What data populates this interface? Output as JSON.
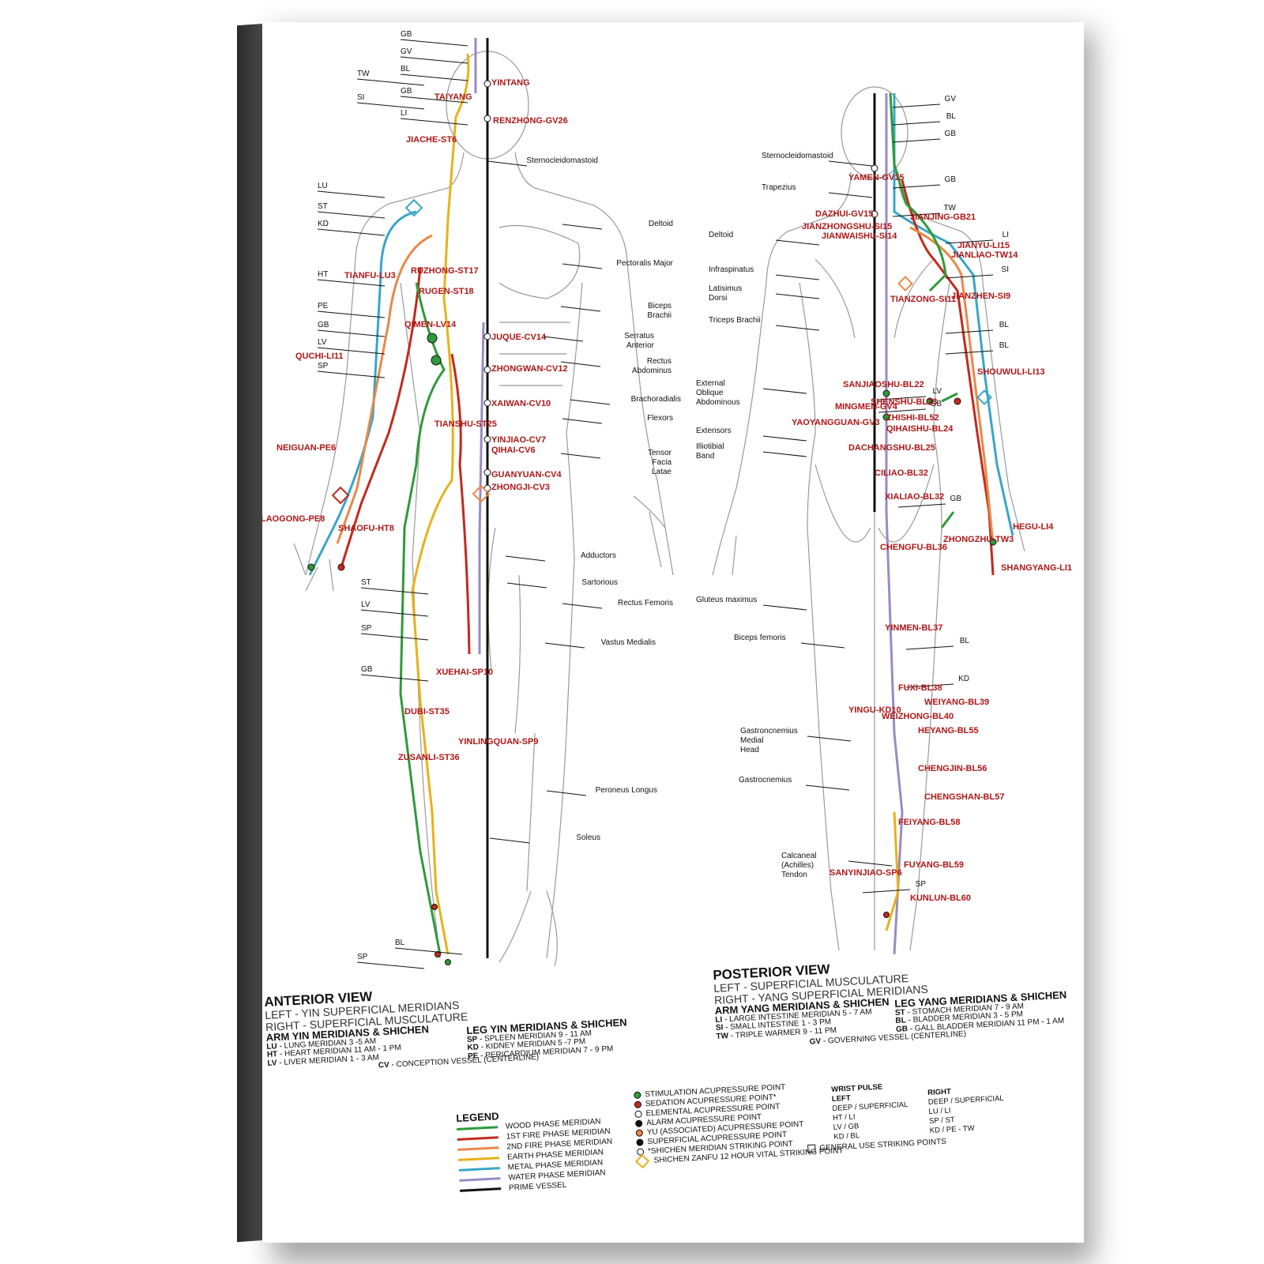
{
  "colors": {
    "wood": "#2f9a3a",
    "fire1": "#c22a1e",
    "fire2": "#e8894a",
    "earth": "#e7b219",
    "metal": "#39a6c8",
    "water": "#9a8bc2",
    "prime": "#111111",
    "point_red": "#b01616"
  },
  "anterior": {
    "left_labels": [
      "GB",
      "GV",
      "TW",
      "BL",
      "SI",
      "GB",
      "LI",
      "LU",
      "ST",
      "KD",
      "HT",
      "PE",
      "GB",
      "LV",
      "SP",
      "ST",
      "LV",
      "SP",
      "GB",
      "BL",
      "SP"
    ],
    "points": [
      "YINTANG",
      "TAIYANG",
      "RENZHONG-GV26",
      "JIACHE-ST6",
      "TIANFU-LU3",
      "RUZHONG-ST17",
      "RUGEN-ST18",
      "QIMEN-LV14",
      "QUCHI-LI11",
      "JUQUE-CV14",
      "ZHONGWAN-CV12",
      "XAIWAN-CV10",
      "TIANSHU-ST25",
      "YINJIAO-CV7",
      "QIHAI-CV6",
      "NEIGUAN-PE6",
      "GUANYUAN-CV4",
      "ZHONGJI-CV3",
      "LAOGONG-PE8",
      "SHAOFU-HT8",
      "XUEHAI-SP10",
      "DUBI-ST35",
      "YINLINGQUAN-SP9",
      "ZUSANLI-ST36"
    ],
    "muscles": [
      "Sternocleidomastoid",
      "Deltoid",
      "Pectoralis Major",
      "Biceps\nBrachii",
      "Serratus\nAnterior",
      "Rectus\nAbdominus",
      "Brachoradialis",
      "Flexors",
      "Tensor\nFacia\nLatae",
      "Adductors",
      "Sartorious",
      "Rectus Femoris",
      "Vastus Medialis",
      "Peroneus Longus",
      "Soleus"
    ]
  },
  "posterior": {
    "right_labels": [
      "GV",
      "BL",
      "GB",
      "GB",
      "TW",
      "LI",
      "SI",
      "BL",
      "BL",
      "LV",
      "GB",
      "GB",
      "BL",
      "KD",
      "SP"
    ],
    "points": [
      "YAMEN-GV15",
      "DAZHUI-GV15",
      "JIANJING-GB21",
      "JIANZHONGSHU-SI15",
      "JIANWAISHU-SI14",
      "JIANYU-LI15",
      "JIANLIAO-TW14",
      "TIANZONG-SI11",
      "JIANZHEN-SI9",
      "SHOUWULI-LI13",
      "SANJIAOSHU-BL22",
      "SHENSHU-BL23",
      "MINGMEN-GV4",
      "ZHISHI-BL52",
      "YAOYANGGUAN-GV3",
      "QIHAISHU-BL24",
      "DACHANGSHU-BL25",
      "CILIAO-BL32",
      "XIALIAO-BL32",
      "HEGU-LI4",
      "ZHONGZHU-TW3",
      "SHANGYANG-LI1",
      "CHENGFU-BL36",
      "YINMEN-BL37",
      "FUXI-BL38",
      "WEIYANG-BL39",
      "YINGU-KD10",
      "WEIZHONG-BL40",
      "HEYANG-BL55",
      "CHENGJIN-BL56",
      "CHENGSHAN-BL57",
      "FEIYANG-BL58",
      "SANYINJIAO-SP6",
      "FUYANG-BL59",
      "KUNLUN-BL60"
    ],
    "muscles": [
      "Sternocleidomastoid",
      "Trapezius",
      "Deltoid",
      "Infraspinatus",
      "Latisimus\nDorsi",
      "Triceps Brachii",
      "External\nOblique\nAbdominous",
      "Extensors",
      "Illiotibial\nBand",
      "Gluteus maximus",
      "Biceps femoris",
      "Gastroncnemius\nMedial\nHead",
      "Gastrocnemius",
      "Calcaneal\n(Achilles)\nTendon"
    ]
  },
  "anterior_text": {
    "title": "ANTERIOR VIEW",
    "line1": "LEFT - YIN SUPERFICIAL MERIDIANS",
    "line2": "RIGHT - SUPERFICIAL MUSCULATURE",
    "arm_title": "ARM YIN MERIDIANS & SHICHEN",
    "arm_rows": [
      {
        "code": "LU",
        "text": " - LUNG MERIDIAN  3 -5 AM"
      },
      {
        "code": "HT",
        "text": " - HEART MERIDIAN  11 AM - 1 PM"
      },
      {
        "code": "LV",
        "text": " - LIVER MERIDIAN  1 - 3 AM"
      }
    ],
    "cv_code": "CV",
    "cv_text": " - CONCEPTION VESSEL (CENTERLINE)",
    "leg_title": "LEG YIN MERIDIANS & SHICHEN",
    "leg_rows": [
      {
        "code": "SP",
        "text": " - SPLEEN MERIDIAN  9 - 11 AM"
      },
      {
        "code": "KD",
        "text": " - KIDNEY MERIDIAN  5 -7 PM"
      },
      {
        "code": "PE",
        "text": " - PERICARDIUM MERIDIAN  7 - 9 PM"
      }
    ]
  },
  "posterior_text": {
    "title": "POSTERIOR VIEW",
    "line1": "LEFT - SUPERFICIAL MUSCULATURE",
    "line2": "RIGHT - YANG SUPERFICIAL MERIDIANS",
    "arm_title": "ARM YANG MERIDIANS & SHICHEN",
    "arm_rows": [
      {
        "code": "LI",
        "text": " - LARGE INTESTINE MERIDIAN  5 - 7 AM"
      },
      {
        "code": "SI",
        "text": " - SMALL INTESTINE  1 - 3 PM"
      },
      {
        "code": "TW",
        "text": " - TRIPLE WARMER  9 - 11 PM"
      }
    ],
    "gv_code": "GV",
    "gv_text": " - GOVERNING VESSEL (CENTERLINE)",
    "leg_title": "LEG YANG MERIDIANS & SHICHEN",
    "leg_rows": [
      {
        "code": "ST",
        "text": " - STOMACH MERIDIAN  7 - 9 AM"
      },
      {
        "code": "BL",
        "text": " - BLADDER MERIDIAN  3 - 5 PM"
      },
      {
        "code": "GB",
        "text": " - GALL BLADDER MERIDIAN  11 PM - 1 AM"
      }
    ]
  },
  "legend": {
    "title": "LEGEND",
    "meridians": [
      {
        "label": "WOOD PHASE MERIDIAN",
        "color": "#2f9a3a"
      },
      {
        "label": "1ST FIRE PHASE MERIDIAN",
        "color": "#c22a1e"
      },
      {
        "label": "2ND FIRE PHASE MERIDIAN",
        "color": "#e8894a"
      },
      {
        "label": "EARTH PHASE MERIDIAN",
        "color": "#e7b219"
      },
      {
        "label": "METAL PHASE MERIDIAN",
        "color": "#39a6c8"
      },
      {
        "label": "WATER PHASE MERIDIAN",
        "color": "#9a8bc2"
      },
      {
        "label": "PRIME VESSEL",
        "color": "#111111"
      }
    ],
    "points": [
      {
        "label": "STIMULATION ACUPRESSURE POINT",
        "color": "#2f9a3a"
      },
      {
        "label": "SEDATION ACUPRESSURE POINT*",
        "color": "#c22a1e"
      },
      {
        "label": "ELEMENTAL ACUPRESSURE POINT",
        "color": "#ffffff"
      },
      {
        "label": "ALARM ACUPRESSURE POINT",
        "color": "#111111"
      },
      {
        "label": "YU (ASSOCIATED) ACUPRESSURE POINT",
        "color": "#e8894a"
      },
      {
        "label": "SUPERFICIAL ACUPRESSURE POINT",
        "color": "#111111"
      },
      {
        "label": "*SHICHEN MERIDIAN STRIKING POINT",
        "color": "#ffffff"
      }
    ],
    "shichen": "SHICHEN ZANFU 12 HOUR VITAL STRIKING POINT",
    "general": "GENERAL USE STRIKING POINTS"
  },
  "pulse": {
    "title": "WRIST PULSE",
    "left_title": "LEFT",
    "left_rows": [
      "DEEP / SUPERFICIAL",
      "HT / LI",
      "LV / GB",
      "KD / BL"
    ],
    "right_title": "RIGHT",
    "right_rows": [
      "DEEP / SUPERFICIAL",
      "LU / LI",
      "SP / ST",
      "KD / PE - TW"
    ]
  }
}
